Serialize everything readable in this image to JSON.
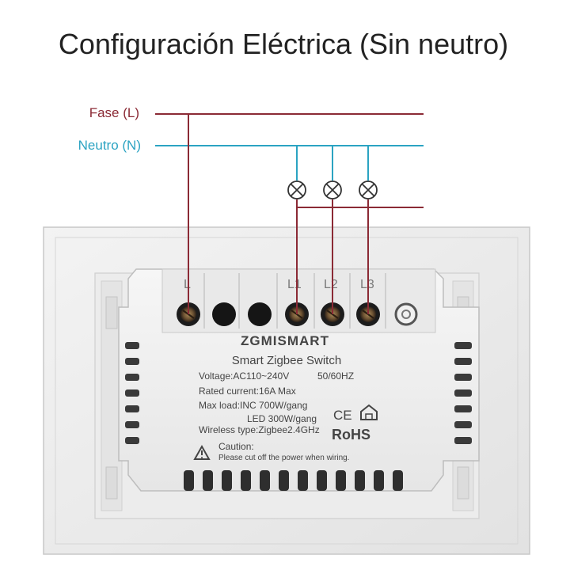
{
  "title": "Configuración Eléctrica (Sin neutro)",
  "lines": {
    "phase_label": "Fase (L)",
    "neutral_label": "Neutro (N)",
    "phase_color": "#8b2a35",
    "neutral_color": "#2ba3c2"
  },
  "terminals": {
    "l": "L",
    "l1": "L1",
    "l2": "L2",
    "l3": "L3"
  },
  "device": {
    "brand": "ZGMISMART",
    "product": "Smart Zigbee Switch",
    "voltage": "Voltage:AC110~240V",
    "frequency": "50/60HZ",
    "rated_current": "Rated current:16A Max",
    "max_load": "Max load:INC 700W/gang",
    "led_load": "LED 300W/gang",
    "ce_mark": "CE",
    "wireless": "Wireless type:Zigbee2.4GHz",
    "rohs": "RoHS",
    "caution_title": "Caution:",
    "caution_text": "Please cut off the power when wiring."
  },
  "icons": {
    "lamp": "lamp-icon",
    "warning": "warning-triangle-icon",
    "house": "house-icon"
  }
}
